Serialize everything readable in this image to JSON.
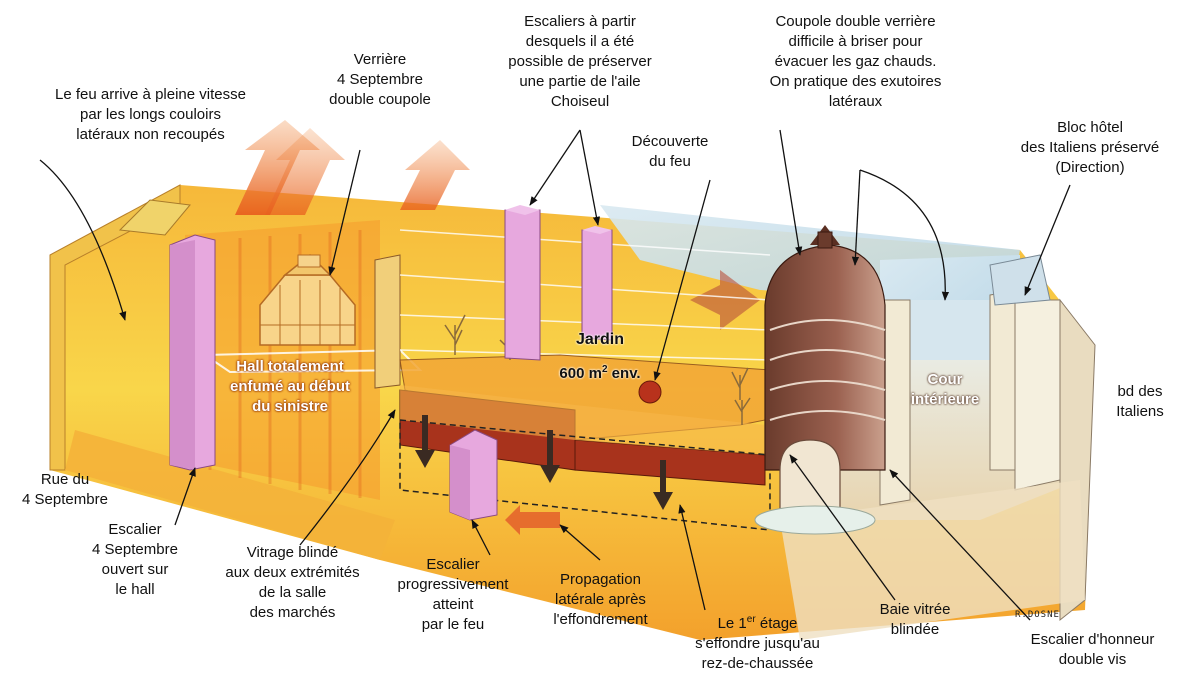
{
  "labels": {
    "fire_corridors": "Le feu arrive à pleine vitesse\npar les longs couloirs\nlatéraux non recoupés",
    "verriere": "Verrière\n4 Septembre\ndouble coupole",
    "escaliers_choiseul": "Escaliers à partir\ndesquels il a été\npossible de préserver\nune partie de l'aile\nChoiseul",
    "decouverte_feu": "Découverte\ndu feu",
    "coupole_double": "Coupole double verrière\ndifficile à briser pour\névacuer les gaz chauds.\nOn pratique des exutoires\nlatéraux",
    "bloc_hotel": "Bloc hôtel\ndes Italiens préservé\n(Direction)",
    "bd_italiens": "bd des\nItaliens",
    "rue_4_septembre": "Rue du\n4 Septembre",
    "escalier_4_septembre": "Escalier\n4 Septembre\nouvert sur\nle hall",
    "vitrage_blinde": "Vitrage blindé\naux deux extrémités\nde la salle\ndes marchés",
    "escalier_progressif": "Escalier\nprogressivement\natteint\npar le feu",
    "propagation": "Propagation\nlatérale après\nl'effondrement",
    "etage_prefix": "Le 1",
    "etage_sup": "er",
    "etage_suffix": " étage",
    "etage_rest": "s'effondre jusqu'au\nrez-de-chaussée",
    "baie_vitree": "Baie vitrée\nblindée",
    "escalier_honneur": "Escalier d'honneur\ndouble vis"
  },
  "insets": {
    "hall": "Hall totalement\nenfumé au début\ndu sinistre",
    "jardin": "Jardin",
    "surface_prefix": "600 m",
    "surface_sup": "2",
    "surface_suffix": " env.",
    "cour": "Cour\nintérieure"
  },
  "signature": "R.DOSNE",
  "colors": {
    "fire_yellow": "#f9d64a",
    "fire_orange": "#ef8a22",
    "fire_red": "#d6421c",
    "smoke_brown": "#7a4a3a",
    "sky_blue": "#cfe3ee",
    "stair_pink": "#e7a8de",
    "floor_red": "#a8331c",
    "court_floor": "#ece0c4"
  }
}
